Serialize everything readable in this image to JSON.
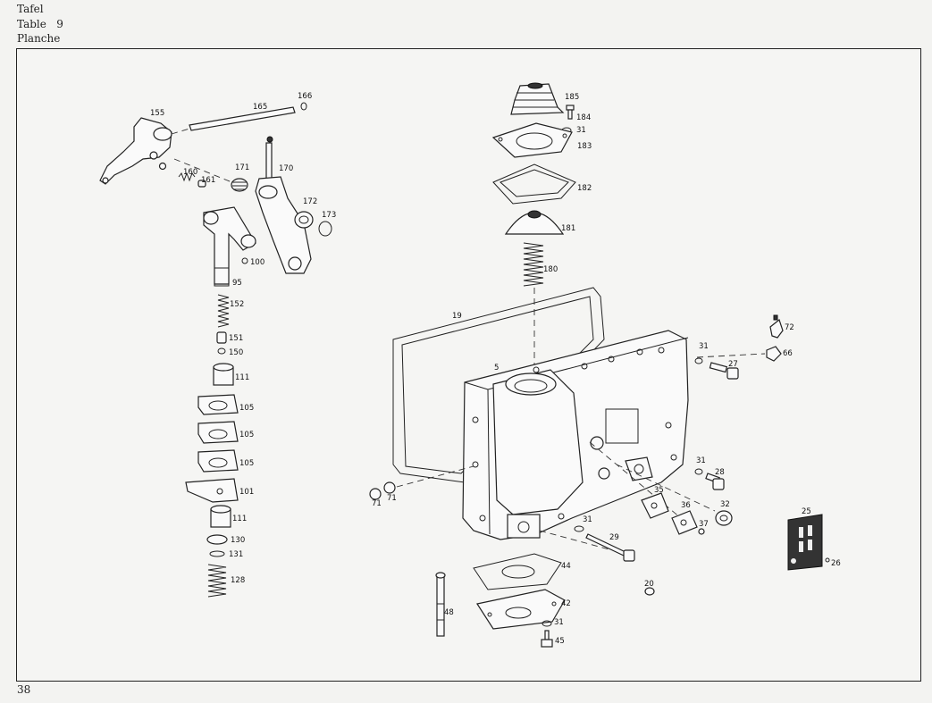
{
  "header": {
    "line1": "Tafel",
    "line2": "Table   9",
    "line3": "Planche"
  },
  "page_number": "38",
  "callouts": {
    "c155": "155",
    "c165": "165",
    "c166": "166",
    "c160": "160",
    "c161": "161",
    "c171": "171",
    "c170": "170",
    "c172": "172",
    "c173": "173",
    "c100": "100",
    "c95": "95",
    "c152": "152",
    "c151": "151",
    "c150": "150",
    "c111a": "111",
    "c105a": "105",
    "c105b": "105",
    "c105c": "105",
    "c101": "101",
    "c111b": "111",
    "c130": "130",
    "c131": "131",
    "c128": "128",
    "c185": "185",
    "c184": "184",
    "c31a": "31",
    "c183": "183",
    "c182": "182",
    "c181": "181",
    "c180": "180",
    "c19": "19",
    "c5": "5",
    "c72": "72",
    "c66": "66",
    "c31b": "31",
    "c27": "27",
    "c31c": "31",
    "c28": "28",
    "c35": "35",
    "c36": "36",
    "c32": "32",
    "c37": "37",
    "c31d": "31",
    "c29": "29",
    "c20": "20",
    "c71a": "71",
    "c71b": "71",
    "c44": "44",
    "c42": "42",
    "c31e": "31",
    "c45": "45",
    "c48": "48",
    "c25": "25",
    "c26": "26"
  }
}
